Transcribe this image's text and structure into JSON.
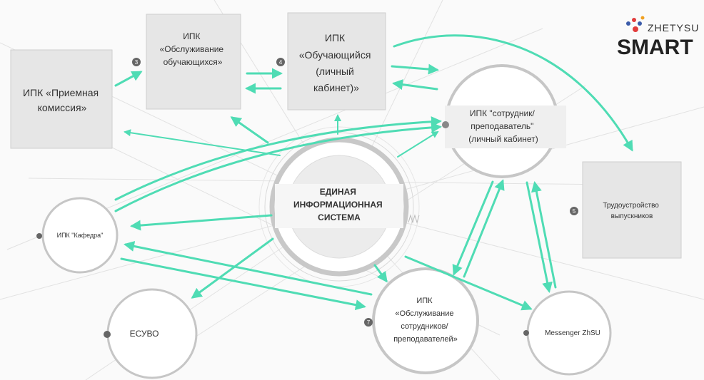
{
  "logo": {
    "top": "ZHETYSU",
    "bottom": "SMART"
  },
  "center": {
    "lines": [
      "ЕДИНАЯ",
      "ИНФОРМАЦИОННАЯ",
      "СИСТЕМА"
    ]
  },
  "nodes": {
    "admission": {
      "lines": [
        "ИПК «Приемная",
        "комиссия»"
      ]
    },
    "service_students": {
      "number": "3",
      "lines": [
        "ИПК",
        "«Обслуживание",
        "обучающихся»"
      ]
    },
    "student_cabinet": {
      "number": "4",
      "lines": [
        "ИПК",
        "«Обучающийся",
        "(личный",
        "кабинет)»"
      ]
    },
    "staff_cabinet": {
      "lines": [
        "ИПК \"сотрудник/",
        "преподаватель\"",
        "(личный кабинет)"
      ]
    },
    "employment": {
      "number": "5",
      "lines": [
        "Трудоустройство",
        "выпускников"
      ]
    },
    "department": {
      "lines": [
        "ИПК \"Кафедра\""
      ]
    },
    "esuvo": {
      "lines": [
        "ЕСУВО"
      ]
    },
    "service_staff": {
      "number": "7",
      "lines": [
        "ИПК",
        "«Обслуживание",
        "сотрудников/",
        "преподавателей»"
      ]
    },
    "messenger": {
      "lines": [
        "Messenger ZhSU"
      ]
    }
  },
  "colors": {
    "arrow": "#4fdcb4",
    "box": "#e6e6e6",
    "box_border": "#cccccc",
    "ring": "#c8c8c8",
    "badge": "#666666"
  }
}
